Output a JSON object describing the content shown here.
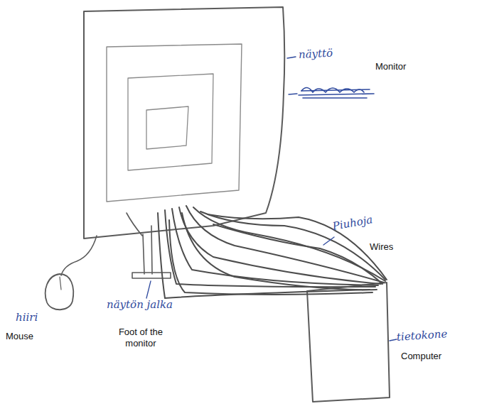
{
  "diagram": {
    "labels": [
      "näyttö",
      "Monitor",
      "Piuhoja",
      "Wires",
      "hiiri",
      "Mouse",
      "näytön jalka",
      "Foot of the monitor",
      "tietokone",
      "Computer"
    ]
  }
}
